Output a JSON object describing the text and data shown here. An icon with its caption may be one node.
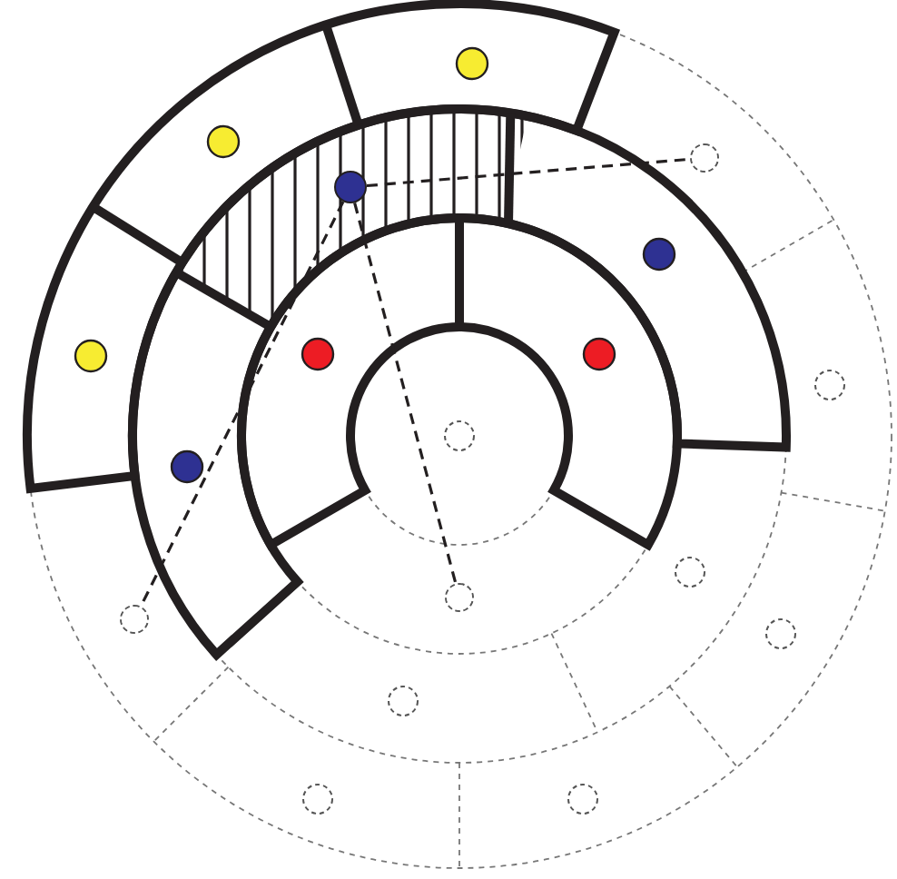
{
  "diagram": {
    "nodes": [
      {
        "text": [],
        "shape": "circle"
      },
      {
        "text": [],
        "shape": "circle"
      },
      {
        "text": [],
        "shape": "circle"
      },
      {
        "text": [],
        "shape": "circle"
      }
    ],
    "edges": [
      {
        "from": 0,
        "to": 1,
        "arrow": "none",
        "style": "dashed"
      },
      {
        "from": 0,
        "to": 2,
        "arrow": "none",
        "style": "dashed"
      },
      {
        "from": 0,
        "to": 3,
        "arrow": "none",
        "style": "dashed"
      }
    ]
  }
}
